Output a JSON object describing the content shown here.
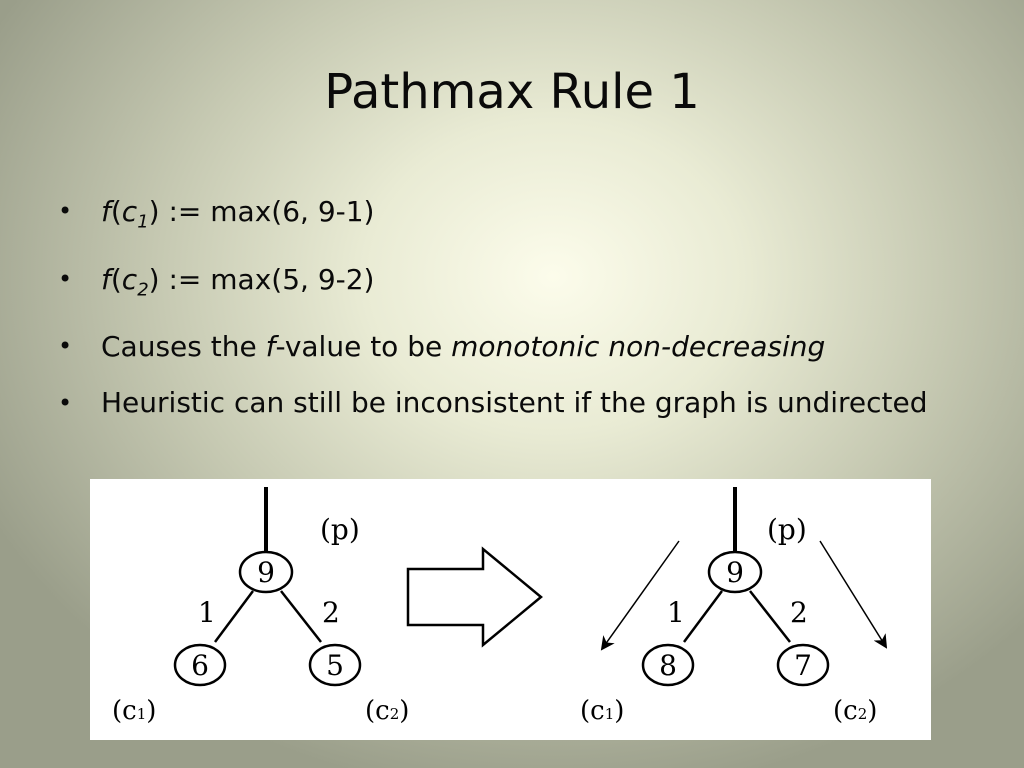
{
  "slide": {
    "title": "Pathmax Rule 1",
    "bullets": [
      {
        "f": "f",
        "open": "(",
        "c": "c",
        "sub": "1",
        "rest": ") := max(6, 9-1)"
      },
      {
        "f": "f",
        "open": "(",
        "c": "c",
        "sub": "2",
        "rest": ") := max(5, 9-2)"
      },
      {
        "pre": "Causes the ",
        "f": "f",
        "mid": "-value to be ",
        "em": "monotonic non-decreasing"
      },
      {
        "text": "Heuristic can still be inconsistent if the graph is undirected"
      }
    ],
    "bullet_char": "•"
  },
  "figure": {
    "left_tree": {
      "parent_label": "(p)",
      "root_value": "9",
      "edge_left": "1",
      "edge_right": "2",
      "child_left_value": "6",
      "child_right_value": "5",
      "child_left_label": "(c",
      "child_left_sub": "1",
      "child_left_close": ")",
      "child_right_label": "(c",
      "child_right_sub": "2",
      "child_right_close": ")"
    },
    "right_tree": {
      "parent_label": "(p)",
      "root_value": "9",
      "edge_left": "1",
      "edge_right": "2",
      "child_left_value": "8",
      "child_right_value": "7",
      "child_left_label": "(c",
      "child_left_sub": "1",
      "child_left_close": ")",
      "child_right_label": "(c",
      "child_right_sub": "2",
      "child_right_close": ")"
    },
    "arrow_icon": "right-block-arrow-icon"
  }
}
